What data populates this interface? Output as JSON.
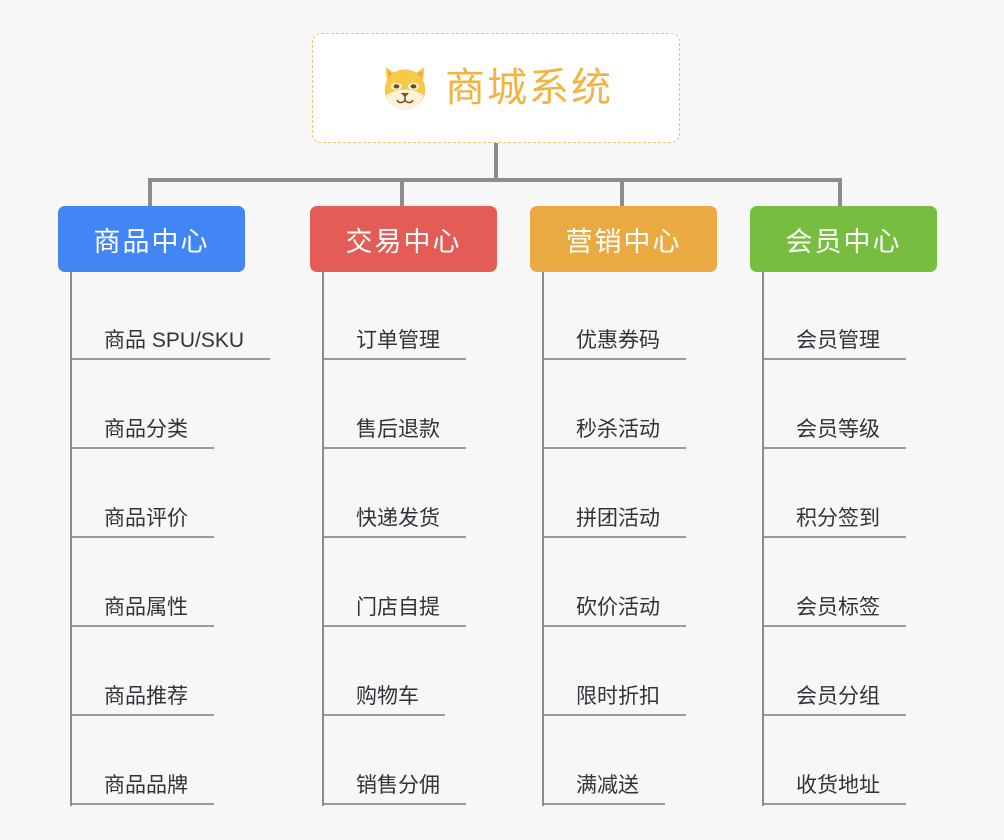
{
  "diagram": {
    "type": "org-chart",
    "background_color": "#f7f7f7",
    "line_color": "#8c8c8c",
    "root": {
      "title": "商城系统",
      "icon": "shiba-dog-icon",
      "text_color": "#f2b340",
      "border_color": "#f0c070",
      "background_color": "#ffffff"
    },
    "categories": [
      {
        "label": "商品中心",
        "color": "#4285f4",
        "items": [
          "商品 SPU/SKU",
          "商品分类",
          "商品评价",
          "商品属性",
          "商品推荐",
          "商品品牌"
        ]
      },
      {
        "label": "交易中心",
        "color": "#e45c56",
        "items": [
          "订单管理",
          "售后退款",
          "快递发货",
          "门店自提",
          "购物车",
          "销售分佣"
        ]
      },
      {
        "label": "营销中心",
        "color": "#eaaa41",
        "items": [
          "优惠券码",
          "秒杀活动",
          "拼团活动",
          "砍价活动",
          "限时折扣",
          "满减送"
        ]
      },
      {
        "label": "会员中心",
        "color": "#77bd40",
        "items": [
          "会员管理",
          "会员等级",
          "积分签到",
          "会员标签",
          "会员分组",
          "收货地址"
        ]
      }
    ]
  }
}
